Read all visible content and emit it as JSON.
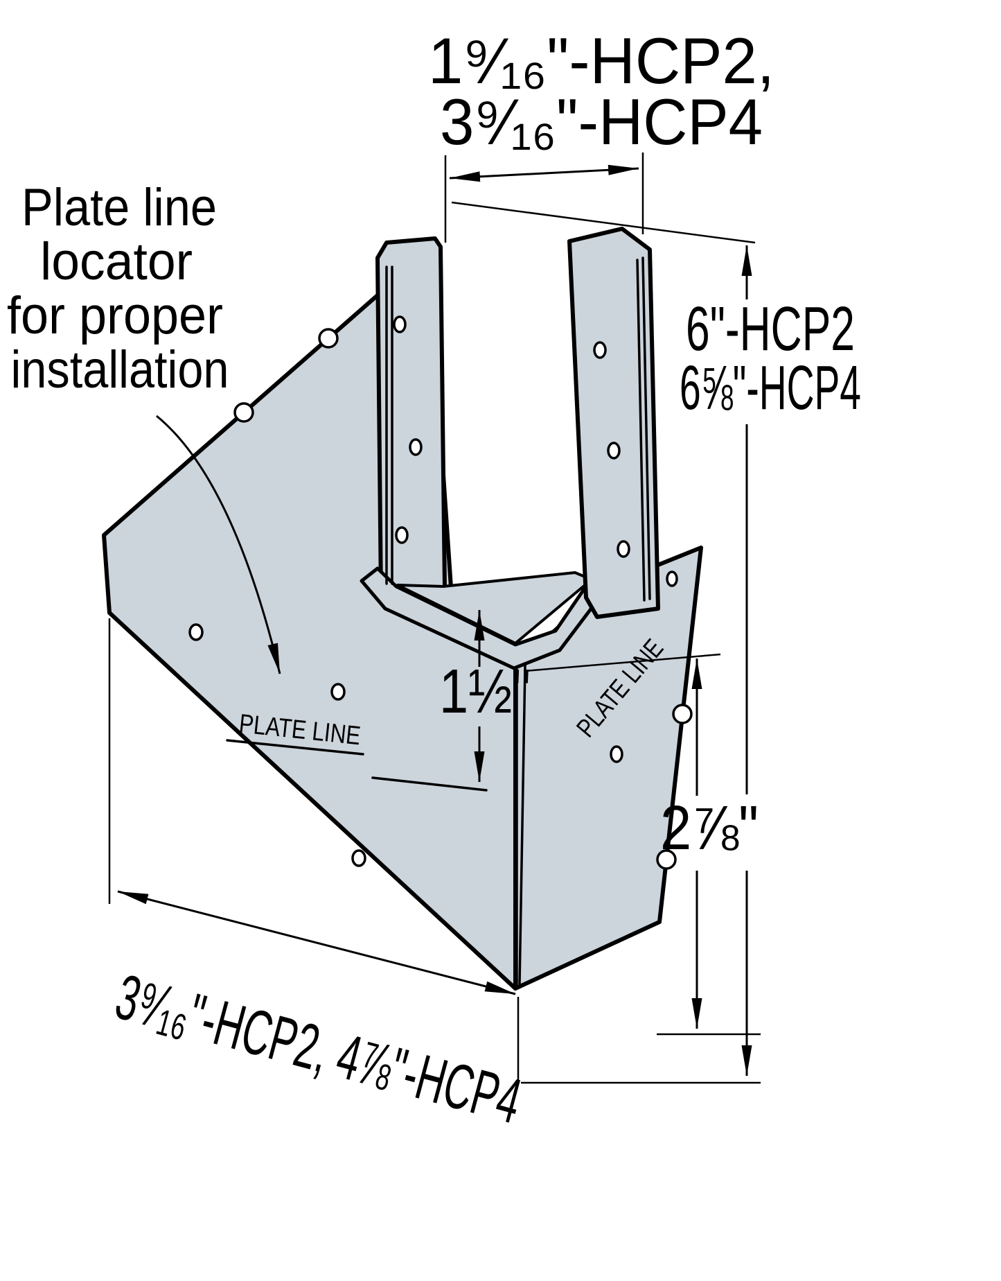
{
  "colors": {
    "background": "#ffffff",
    "metal_fill": "#ccd4dc",
    "line": "#000000"
  },
  "annotation": {
    "line1": "Plate line",
    "line2": "locator",
    "line3": "for proper",
    "line4": "installation"
  },
  "dimensions": {
    "top_width": {
      "line1": "1⁹⁄₁₆\"-HCP2,",
      "line2": "3⁹⁄₁₆\"-HCP4"
    },
    "overall_height": {
      "line1": "6\"-HCP2",
      "line2": "6⅝\"-HCP4"
    },
    "seat_to_plate_line": "1½\"",
    "plate_line_to_bottom": "2⅞\"",
    "bottom_width": "3⁹⁄₁₆\"-HCP2, 4⅞\"-HCP4"
  },
  "part_markings": {
    "plate_line_left": "PLATE LINE",
    "plate_line_right": "PLATE LINE"
  }
}
